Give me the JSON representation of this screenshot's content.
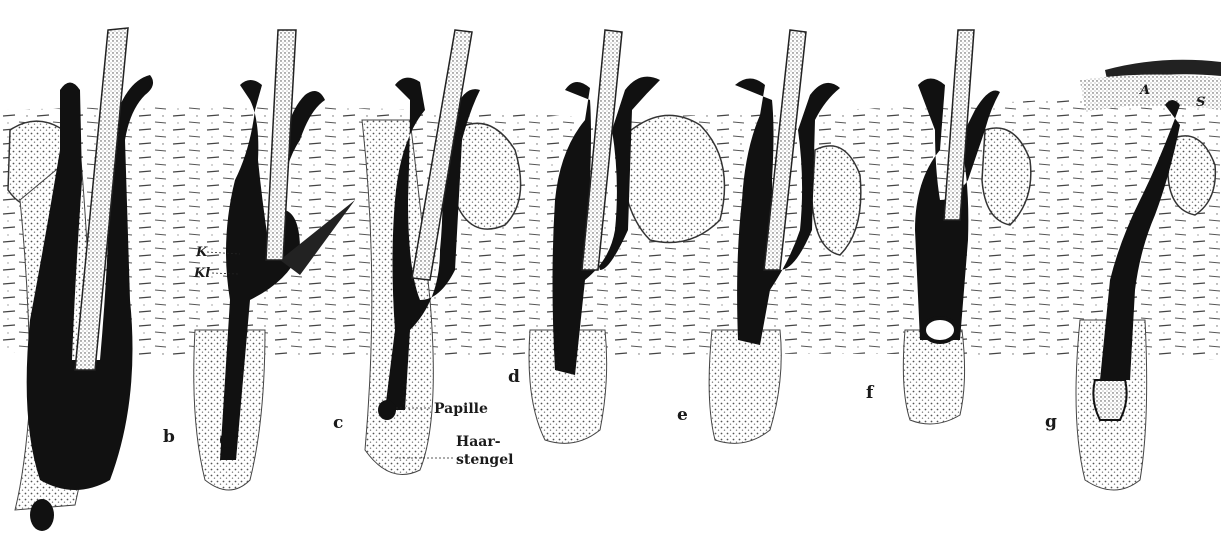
{
  "labels": {
    "panel_b": "b",
    "panel_c": "c",
    "panel_d": "d",
    "panel_e": "e",
    "panel_f": "f",
    "panel_g": "g",
    "mark_k": "K",
    "mark_kl": "Kl",
    "mark_a": "A",
    "mark_s": "S",
    "papille": "Papille",
    "haar_line1": "Haar-",
    "haar_line2": "stengel"
  },
  "colors": {
    "ink": "#111111",
    "tissue": "#c9c9c9",
    "paper": "#ffffff"
  }
}
